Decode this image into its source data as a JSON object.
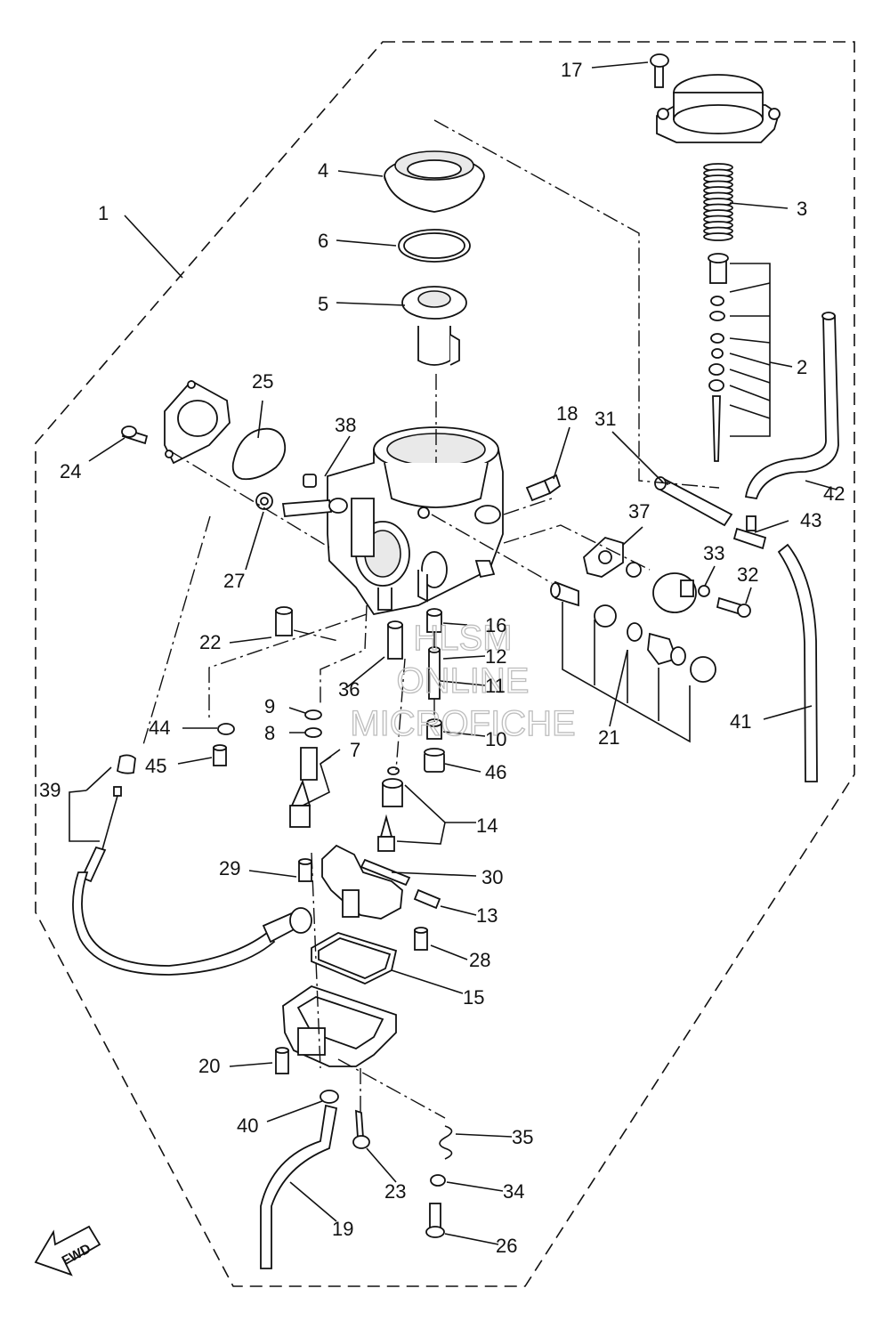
{
  "callouts": [
    {
      "id": "c1",
      "text": "1"
    },
    {
      "id": "c2",
      "text": "2"
    },
    {
      "id": "c3",
      "text": "3"
    },
    {
      "id": "c4",
      "text": "4"
    },
    {
      "id": "c5",
      "text": "5"
    },
    {
      "id": "c6",
      "text": "6"
    },
    {
      "id": "c7",
      "text": "7"
    },
    {
      "id": "c8",
      "text": "8"
    },
    {
      "id": "c9",
      "text": "9"
    },
    {
      "id": "c10",
      "text": "10"
    },
    {
      "id": "c11",
      "text": "11"
    },
    {
      "id": "c12",
      "text": "12"
    },
    {
      "id": "c13",
      "text": "13"
    },
    {
      "id": "c14",
      "text": "14"
    },
    {
      "id": "c15",
      "text": "15"
    },
    {
      "id": "c16",
      "text": "16"
    },
    {
      "id": "c17",
      "text": "17"
    },
    {
      "id": "c18",
      "text": "18"
    },
    {
      "id": "c19",
      "text": "19"
    },
    {
      "id": "c20",
      "text": "20"
    },
    {
      "id": "c21",
      "text": "21"
    },
    {
      "id": "c22",
      "text": "22"
    },
    {
      "id": "c23",
      "text": "23"
    },
    {
      "id": "c24",
      "text": "24"
    },
    {
      "id": "c25",
      "text": "25"
    },
    {
      "id": "c26",
      "text": "26"
    },
    {
      "id": "c27",
      "text": "27"
    },
    {
      "id": "c28",
      "text": "28"
    },
    {
      "id": "c29",
      "text": "29"
    },
    {
      "id": "c30",
      "text": "30"
    },
    {
      "id": "c31",
      "text": "31"
    },
    {
      "id": "c32",
      "text": "32"
    },
    {
      "id": "c33",
      "text": "33"
    },
    {
      "id": "c34",
      "text": "34"
    },
    {
      "id": "c35",
      "text": "35"
    },
    {
      "id": "c36",
      "text": "36"
    },
    {
      "id": "c37",
      "text": "37"
    },
    {
      "id": "c38",
      "text": "38"
    },
    {
      "id": "c39",
      "text": "39"
    },
    {
      "id": "c40",
      "text": "40"
    },
    {
      "id": "c41",
      "text": "41"
    },
    {
      "id": "c42",
      "text": "42"
    },
    {
      "id": "c43",
      "text": "43"
    },
    {
      "id": "c44",
      "text": "44"
    },
    {
      "id": "c45",
      "text": "45"
    },
    {
      "id": "c46",
      "text": "46"
    }
  ],
  "watermark": {
    "line1": "HLSM",
    "line2": "ONLINE",
    "line3": "MICROFICHE"
  },
  "fwd_label": "FWD"
}
